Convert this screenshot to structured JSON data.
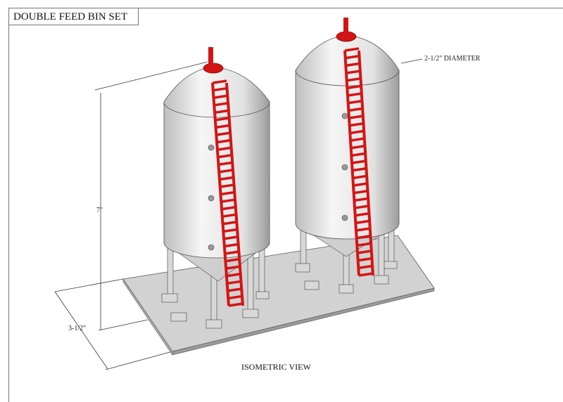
{
  "title": "DOUBLE FEED BIN SET",
  "dimensions": {
    "diameter": "2-1/2\" DIAMETER",
    "height": "7\"",
    "width": "3-1/2\""
  },
  "view_label": "ISOMETRIC VIEW",
  "colors": {
    "ladder": "#d41414",
    "bin": "#e4e4e4",
    "plate": "#cfcfcf"
  }
}
